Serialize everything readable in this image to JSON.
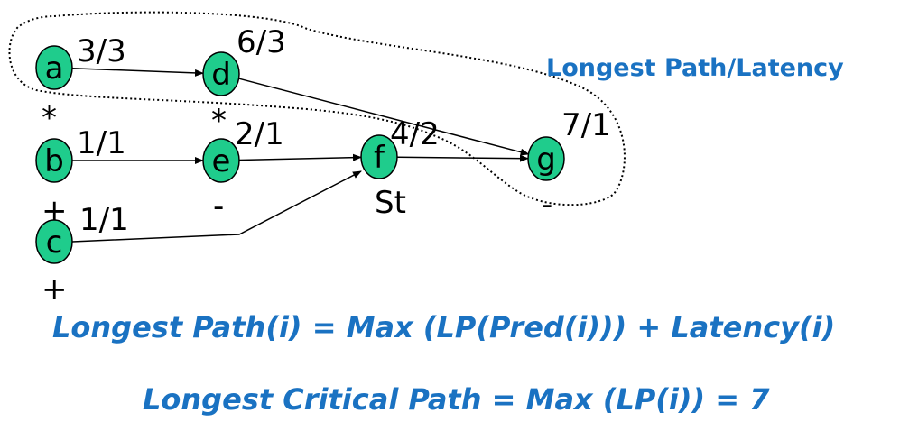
{
  "title": "Longest Path/Latency",
  "formulas": {
    "line1": "Longest Path(i) = Max (LP(Pred(i))) + Latency(i)",
    "line2": "Longest Critical Path = Max (LP(i)) = 7"
  },
  "colors": {
    "node_fill": "#1fcc8c",
    "accent": "#1a72c2"
  },
  "nodes": [
    {
      "id": "a",
      "label": "a",
      "value": "3/3",
      "op": "*"
    },
    {
      "id": "b",
      "label": "b",
      "value": "1/1",
      "op": "+"
    },
    {
      "id": "c",
      "label": "c",
      "value": "1/1",
      "op": "+"
    },
    {
      "id": "d",
      "label": "d",
      "value": "6/3",
      "op": "*"
    },
    {
      "id": "e",
      "label": "e",
      "value": "2/1",
      "op": "-"
    },
    {
      "id": "f",
      "label": "f",
      "value": "4/2",
      "op": "St"
    },
    {
      "id": "g",
      "label": "g",
      "value": "7/1",
      "op": "-"
    }
  ],
  "edges": [
    {
      "from": "a",
      "to": "d"
    },
    {
      "from": "d",
      "to": "g"
    },
    {
      "from": "b",
      "to": "e"
    },
    {
      "from": "e",
      "to": "f"
    },
    {
      "from": "c",
      "to": "f"
    },
    {
      "from": "f",
      "to": "g"
    }
  ]
}
